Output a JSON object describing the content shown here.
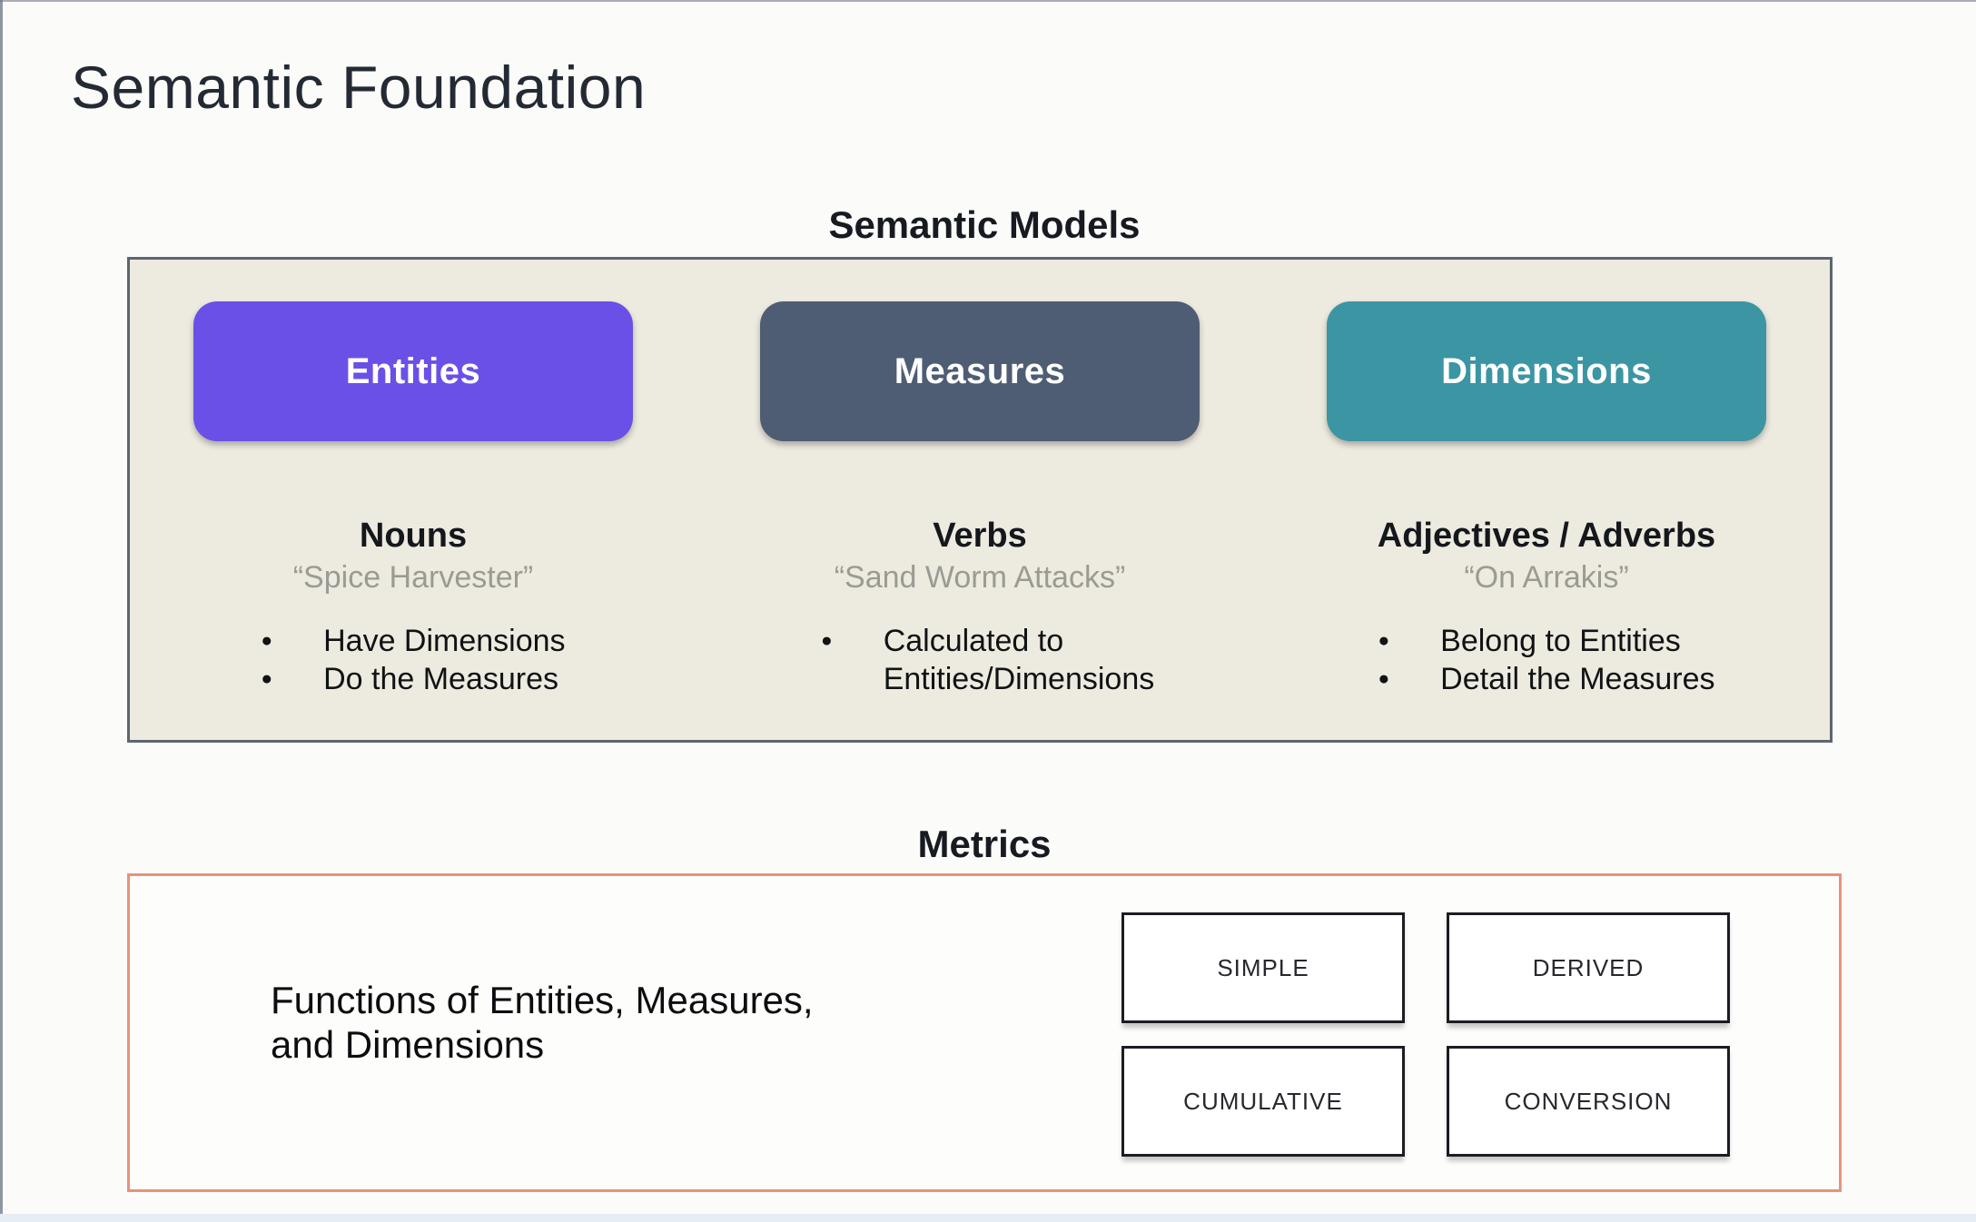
{
  "slide_title": "Semantic Foundation",
  "semantic_models": {
    "heading": "Semantic Models",
    "panel_bg": "#EDEADF",
    "panel_border": "#5D6670",
    "columns": [
      {
        "name": "Entities",
        "color": "#6B50E7",
        "role": "Nouns",
        "example": "“Spice Harvester”",
        "bullets": [
          "Have Dimensions",
          "Do the Measures"
        ]
      },
      {
        "name": "Measures",
        "color": "#4E5D73",
        "role": "Verbs",
        "example": "“Sand Worm Attacks”",
        "bullets": [
          "Calculated to Entities/Dimensions"
        ]
      },
      {
        "name": "Dimensions",
        "color": "#3C95A2",
        "role": "Adjectives / Adverbs",
        "example": "“On Arrakis”",
        "bullets": [
          "Belong to Entities",
          "Detail the Measures"
        ]
      }
    ]
  },
  "metrics": {
    "heading": "Metrics",
    "panel_border": "#E7937B",
    "description_line1": "Functions of Entities, Measures,",
    "description_line2": "and Dimensions",
    "types": [
      "SIMPLE",
      "DERIVED",
      "CUMULATIVE",
      "CONVERSION"
    ]
  }
}
